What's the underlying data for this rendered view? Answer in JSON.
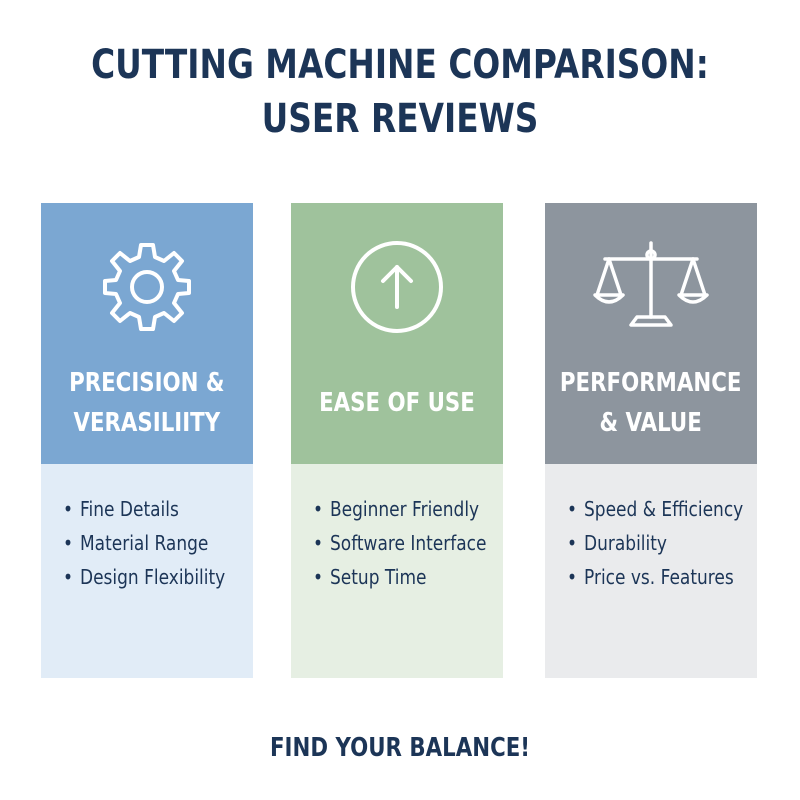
{
  "title": {
    "line1": "CUTTING MACHINE COMPARISON:",
    "line2": "USER REVIEWS"
  },
  "columns": [
    {
      "icon": "gear-icon",
      "title": "PRECISION &\nVERASILIITY",
      "header_color": "#7ba7d2",
      "body_color": "#e1ecf7",
      "bullets": [
        "Fine Details",
        "Material Range",
        "Design Flexibility"
      ]
    },
    {
      "icon": "arrow-up-circle-icon",
      "title": "EASE OF USE",
      "header_color": "#9fc29c",
      "body_color": "#e6efe3",
      "bullets": [
        "Beginner Friendly",
        "Software Interface",
        "Setup Time"
      ]
    },
    {
      "icon": "balance-scale-icon",
      "title": "PERFORMANCE\n& VALUE",
      "header_color": "#8d959e",
      "body_color": "#eaebed",
      "bullets": [
        "Speed & Efficiency",
        "Durability",
        "Price vs. Features"
      ]
    }
  ],
  "footer": "FIND YOUR BALANCE!",
  "colors": {
    "text_navy": "#1c3557",
    "on_header_text": "#ffffff"
  }
}
